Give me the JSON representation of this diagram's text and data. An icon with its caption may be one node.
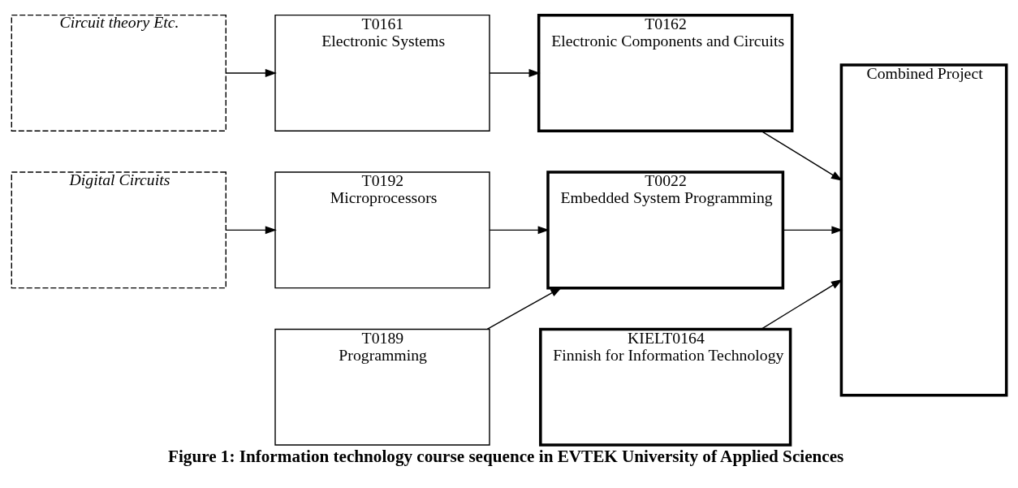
{
  "diagram": {
    "caption": "Figure 1: Information technology course sequence in EVTEK University of Applied Sciences",
    "nodes": [
      {
        "text": [
          "Circuit theory Etc."
        ]
      },
      {
        "text": [
          "T0161",
          "Electronic Systems"
        ]
      },
      {
        "text": [
          "T0162",
          "Electronic Components and Circuits"
        ]
      },
      {
        "text": [
          "Combined Project"
        ]
      },
      {
        "text": [
          "Digital Circuits"
        ]
      },
      {
        "text": [
          "T0192",
          "Microprocessors"
        ]
      },
      {
        "text": [
          "T0022",
          "Embedded System Programming"
        ]
      },
      {
        "text": [
          "T0189",
          "Programming"
        ]
      },
      {
        "text": [
          "KIELT0164",
          "Finnish for Information Technology"
        ]
      }
    ],
    "edges": [
      {
        "from": 0,
        "to": 1,
        "arrow": "to"
      },
      {
        "from": 1,
        "to": 2,
        "arrow": "to"
      },
      {
        "from": 2,
        "to": 3,
        "arrow": "to"
      },
      {
        "from": 4,
        "to": 5,
        "arrow": "to"
      },
      {
        "from": 5,
        "to": 6,
        "arrow": "to"
      },
      {
        "from": 6,
        "to": 3,
        "arrow": "to"
      },
      {
        "from": 7,
        "to": 6,
        "arrow": "to"
      },
      {
        "from": 8,
        "to": 3,
        "arrow": "to"
      }
    ]
  }
}
